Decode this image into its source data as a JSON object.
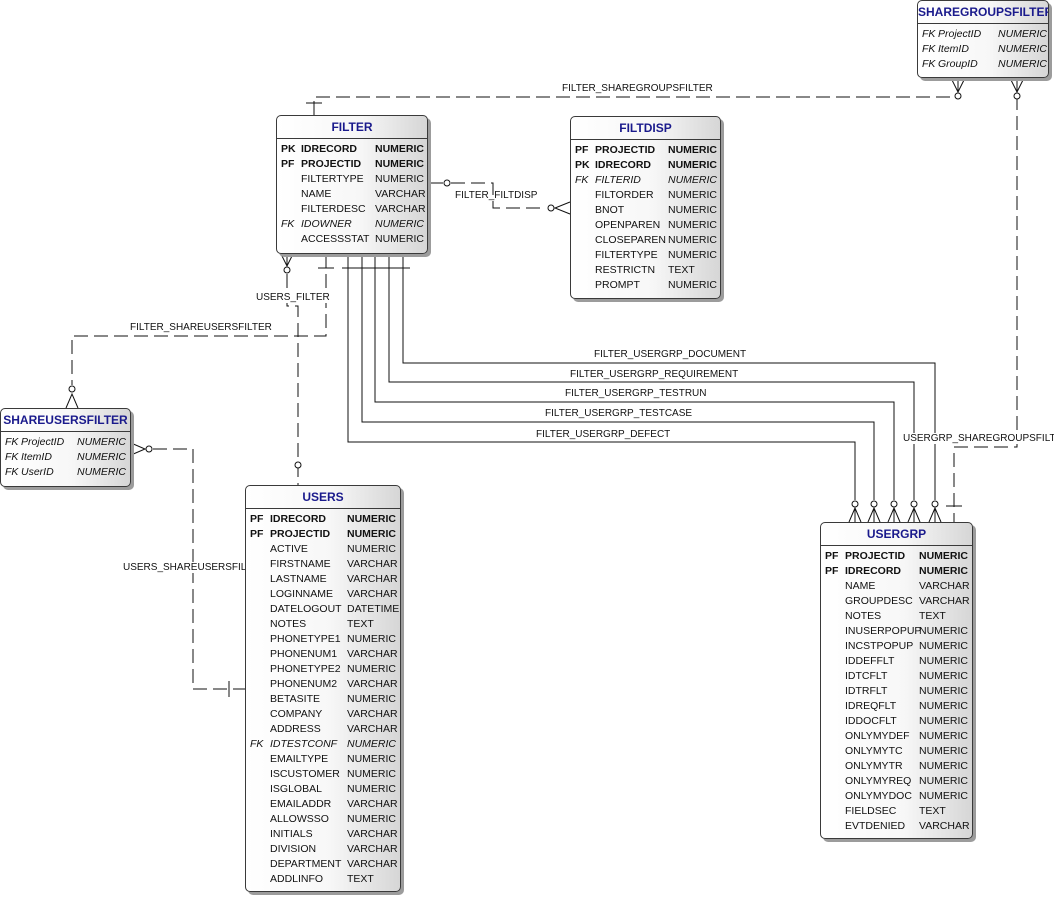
{
  "entities": {
    "filter": {
      "name": "FILTER",
      "columns": [
        {
          "key": "PK",
          "name": "IDRECORD",
          "type": "NUMERIC",
          "style": "pk"
        },
        {
          "key": "PF",
          "name": "PROJECTID",
          "type": "NUMERIC",
          "style": "pk"
        },
        {
          "key": "",
          "name": "FILTERTYPE",
          "type": "NUMERIC",
          "style": ""
        },
        {
          "key": "",
          "name": "NAME",
          "type": "VARCHAR",
          "style": ""
        },
        {
          "key": "",
          "name": "FILTERDESC",
          "type": "VARCHAR",
          "style": ""
        },
        {
          "key": "FK",
          "name": "IDOWNER",
          "type": "NUMERIC",
          "style": "fk"
        },
        {
          "key": "",
          "name": "ACCESSSTAT",
          "type": "NUMERIC",
          "style": ""
        }
      ]
    },
    "filtdisp": {
      "name": "FILTDISP",
      "columns": [
        {
          "key": "PF",
          "name": "PROJECTID",
          "type": "NUMERIC",
          "style": "pk"
        },
        {
          "key": "PK",
          "name": "IDRECORD",
          "type": "NUMERIC",
          "style": "pk"
        },
        {
          "key": "FK",
          "name": "FILTERID",
          "type": "NUMERIC",
          "style": "fk"
        },
        {
          "key": "",
          "name": "FILTORDER",
          "type": "NUMERIC",
          "style": ""
        },
        {
          "key": "",
          "name": "BNOT",
          "type": "NUMERIC",
          "style": ""
        },
        {
          "key": "",
          "name": "OPENPAREN",
          "type": "NUMERIC",
          "style": ""
        },
        {
          "key": "",
          "name": "CLOSEPAREN",
          "type": "NUMERIC",
          "style": ""
        },
        {
          "key": "",
          "name": "FILTERTYPE",
          "type": "NUMERIC",
          "style": ""
        },
        {
          "key": "",
          "name": "RESTRICTN",
          "type": "TEXT",
          "style": ""
        },
        {
          "key": "",
          "name": "PROMPT",
          "type": "NUMERIC",
          "style": ""
        }
      ]
    },
    "sharegroupsfilter": {
      "name": "SHAREGROUPSFILTER",
      "columns": [
        {
          "key": "FK",
          "name": "ProjectID",
          "type": "NUMERIC",
          "style": "fk"
        },
        {
          "key": "FK",
          "name": "ItemID",
          "type": "NUMERIC",
          "style": "fk"
        },
        {
          "key": "FK",
          "name": "GroupID",
          "type": "NUMERIC",
          "style": "fk"
        }
      ]
    },
    "shareusersfilter": {
      "name": "SHAREUSERSFILTER",
      "columns": [
        {
          "key": "FK",
          "name": "ProjectID",
          "type": "NUMERIC",
          "style": "fk"
        },
        {
          "key": "FK",
          "name": "ItemID",
          "type": "NUMERIC",
          "style": "fk"
        },
        {
          "key": "FK",
          "name": "UserID",
          "type": "NUMERIC",
          "style": "fk"
        }
      ]
    },
    "users": {
      "name": "USERS",
      "columns": [
        {
          "key": "PF",
          "name": "IDRECORD",
          "type": "NUMERIC",
          "style": "pk"
        },
        {
          "key": "PF",
          "name": "PROJECTID",
          "type": "NUMERIC",
          "style": "pk"
        },
        {
          "key": "",
          "name": "ACTIVE",
          "type": "NUMERIC",
          "style": ""
        },
        {
          "key": "",
          "name": "FIRSTNAME",
          "type": "VARCHAR",
          "style": ""
        },
        {
          "key": "",
          "name": "LASTNAME",
          "type": "VARCHAR",
          "style": ""
        },
        {
          "key": "",
          "name": "LOGINNAME",
          "type": "VARCHAR",
          "style": ""
        },
        {
          "key": "",
          "name": "DATELOGOUT",
          "type": "DATETIME",
          "style": ""
        },
        {
          "key": "",
          "name": "NOTES",
          "type": "TEXT",
          "style": ""
        },
        {
          "key": "",
          "name": "PHONETYPE1",
          "type": "NUMERIC",
          "style": ""
        },
        {
          "key": "",
          "name": "PHONENUM1",
          "type": "VARCHAR",
          "style": ""
        },
        {
          "key": "",
          "name": "PHONETYPE2",
          "type": "NUMERIC",
          "style": ""
        },
        {
          "key": "",
          "name": "PHONENUM2",
          "type": "VARCHAR",
          "style": ""
        },
        {
          "key": "",
          "name": "BETASITE",
          "type": "NUMERIC",
          "style": ""
        },
        {
          "key": "",
          "name": "COMPANY",
          "type": "VARCHAR",
          "style": ""
        },
        {
          "key": "",
          "name": "ADDRESS",
          "type": "VARCHAR",
          "style": ""
        },
        {
          "key": "FK",
          "name": "IDTESTCONF",
          "type": "NUMERIC",
          "style": "fk"
        },
        {
          "key": "",
          "name": "EMAILTYPE",
          "type": "NUMERIC",
          "style": ""
        },
        {
          "key": "",
          "name": "ISCUSTOMER",
          "type": "NUMERIC",
          "style": ""
        },
        {
          "key": "",
          "name": "ISGLOBAL",
          "type": "NUMERIC",
          "style": ""
        },
        {
          "key": "",
          "name": "EMAILADDR",
          "type": "VARCHAR",
          "style": ""
        },
        {
          "key": "",
          "name": "ALLOWSSO",
          "type": "NUMERIC",
          "style": ""
        },
        {
          "key": "",
          "name": "INITIALS",
          "type": "VARCHAR",
          "style": ""
        },
        {
          "key": "",
          "name": "DIVISION",
          "type": "VARCHAR",
          "style": ""
        },
        {
          "key": "",
          "name": "DEPARTMENT",
          "type": "VARCHAR",
          "style": ""
        },
        {
          "key": "",
          "name": "ADDLINFO",
          "type": "TEXT",
          "style": ""
        }
      ]
    },
    "usergrp": {
      "name": "USERGRP",
      "columns": [
        {
          "key": "PF",
          "name": "PROJECTID",
          "type": "NUMERIC",
          "style": "pk"
        },
        {
          "key": "PF",
          "name": "IDRECORD",
          "type": "NUMERIC",
          "style": "pk"
        },
        {
          "key": "",
          "name": "NAME",
          "type": "VARCHAR",
          "style": ""
        },
        {
          "key": "",
          "name": "GROUPDESC",
          "type": "VARCHAR",
          "style": ""
        },
        {
          "key": "",
          "name": "NOTES",
          "type": "TEXT",
          "style": ""
        },
        {
          "key": "",
          "name": "INUSERPOPUP",
          "type": "NUMERIC",
          "style": ""
        },
        {
          "key": "",
          "name": "INCSTPOPUP",
          "type": "NUMERIC",
          "style": ""
        },
        {
          "key": "",
          "name": "IDDEFFLT",
          "type": "NUMERIC",
          "style": ""
        },
        {
          "key": "",
          "name": "IDTCFLT",
          "type": "NUMERIC",
          "style": ""
        },
        {
          "key": "",
          "name": "IDTRFLT",
          "type": "NUMERIC",
          "style": ""
        },
        {
          "key": "",
          "name": "IDREQFLT",
          "type": "NUMERIC",
          "style": ""
        },
        {
          "key": "",
          "name": "IDDOCFLT",
          "type": "NUMERIC",
          "style": ""
        },
        {
          "key": "",
          "name": "ONLYMYDEF",
          "type": "NUMERIC",
          "style": ""
        },
        {
          "key": "",
          "name": "ONLYMYTC",
          "type": "NUMERIC",
          "style": ""
        },
        {
          "key": "",
          "name": "ONLYMYTR",
          "type": "NUMERIC",
          "style": ""
        },
        {
          "key": "",
          "name": "ONLYMYREQ",
          "type": "NUMERIC",
          "style": ""
        },
        {
          "key": "",
          "name": "ONLYMYDOC",
          "type": "NUMERIC",
          "style": ""
        },
        {
          "key": "",
          "name": "FIELDSEC",
          "type": "TEXT",
          "style": ""
        },
        {
          "key": "",
          "name": "EVTDENIED",
          "type": "VARCHAR",
          "style": ""
        }
      ]
    }
  },
  "relationships": {
    "filter_sharegroupsfilter": "FILTER_SHAREGROUPSFILTER",
    "filter_filtdisp": "FILTER_FILTDISP",
    "users_filter": "USERS_FILTER",
    "filter_shareusersfilter": "FILTER_SHAREUSERSFILTER",
    "filter_usergrp_document": "FILTER_USERGRP_DOCUMENT",
    "filter_usergrp_requirement": "FILTER_USERGRP_REQUIREMENT",
    "filter_usergrp_testrun": "FILTER_USERGRP_TESTRUN",
    "filter_usergrp_testcase": "FILTER_USERGRP_TESTCASE",
    "filter_usergrp_defect": "FILTER_USERGRP_DEFECT",
    "usergrp_sharegroupsfilt": "USERGRP_SHAREGROUPSFILT",
    "users_shareusersfil": "USERS_SHAREUSERSFIL"
  }
}
